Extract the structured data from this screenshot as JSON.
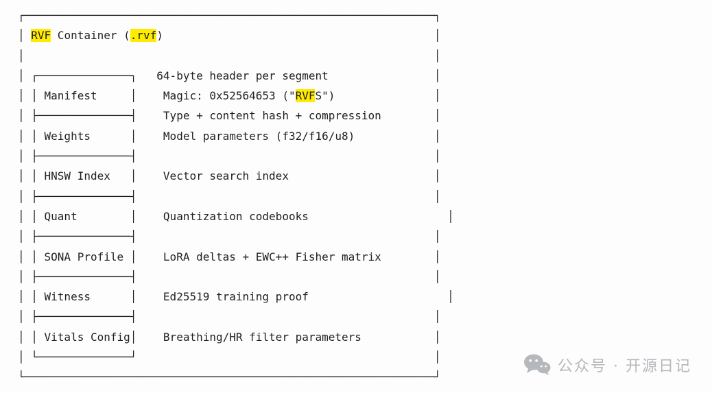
{
  "page": {
    "background": "#fdfdfd"
  },
  "diagram": {
    "title": "RVF Container (.rvf)",
    "text_color": "#1f1f1f",
    "highlight_color": "#ffeb00",
    "segments_labels": [
      "Manifest",
      "Weights",
      "HNSW Index",
      "Quant",
      "SONA Profile",
      "Witness",
      "Vitals Config"
    ],
    "segments_descriptions": [
      "64-byte header per segment",
      "Magic: 0x52564653 (\"RVFS\")",
      "Type + content hash + compression",
      "Model parameters (f32/f16/u8)",
      "Vector search index",
      "Quantization codebooks",
      "LoRA deltas + EWC++ Fisher matrix",
      "Ed25519 training proof",
      "Breathing/HR filter parameters"
    ],
    "lines": [
      [
        {
          "t": "┌──────────────────────────────────────────────────────────────┐"
        }
      ],
      [
        {
          "t": "│ "
        },
        {
          "t": "RVF",
          "h": true
        },
        {
          "t": " Container ("
        },
        {
          "t": ".rvf",
          "h": true
        },
        {
          "t": ")                                         │"
        }
      ],
      [
        {
          "t": "│                                                              │"
        }
      ],
      [
        {
          "t": "│ ┌──────────────┐   64-byte header per segment                │"
        }
      ],
      [
        {
          "t": "│ │ Manifest     │    Magic: 0x52564653 (\""
        },
        {
          "t": "RVF",
          "h": true
        },
        {
          "t": "S\")               │"
        }
      ],
      [
        {
          "t": "│ ├──────────────┤    Type + content hash + compression        │"
        }
      ],
      [
        {
          "t": "│ │ Weights      │    Model parameters (f32/f16/u8)            │"
        }
      ],
      [
        {
          "t": "│ ├──────────────┤                                             │"
        }
      ],
      [
        {
          "t": "│ │ HNSW Index   │    Vector search index                      │"
        }
      ],
      [
        {
          "t": "│ ├──────────────┤                                             │"
        }
      ],
      [
        {
          "t": "│ │ Quant        │    Quantization codebooks                     │"
        }
      ],
      [
        {
          "t": "│ ├──────────────┤                                             │"
        }
      ],
      [
        {
          "t": "│ │ SONA Profile │    LoRA deltas + EWC++ Fisher matrix        │"
        }
      ],
      [
        {
          "t": "│ ├──────────────┤                                             │"
        }
      ],
      [
        {
          "t": "│ │ Witness      │    Ed25519 training proof                     │"
        }
      ],
      [
        {
          "t": "│ ├──────────────┤                                             │"
        }
      ],
      [
        {
          "t": "│ │ Vitals Config│    Breathing/HR filter parameters           │"
        }
      ],
      [
        {
          "t": "│ └──────────────┘                                             │"
        }
      ],
      [
        {
          "t": "└──────────────────────────────────────────────────────────────┘"
        }
      ]
    ]
  },
  "watermark": {
    "text": "公众号 · 开源日记",
    "color": "#b5b8bc"
  }
}
